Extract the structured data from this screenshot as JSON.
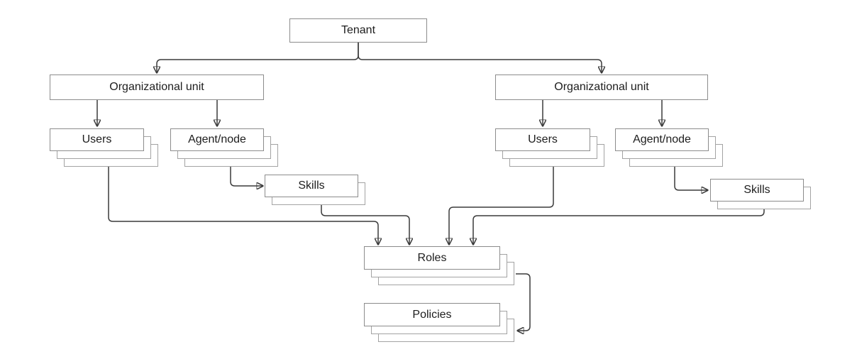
{
  "diagram": {
    "type": "hierarchy-flowchart",
    "nodes": {
      "tenant": {
        "label": "Tenant"
      },
      "org_left": {
        "label": "Organizational unit"
      },
      "org_right": {
        "label": "Organizational unit"
      },
      "users_left": {
        "label": "Users"
      },
      "agent_left": {
        "label": "Agent/node"
      },
      "skills_left": {
        "label": "Skills"
      },
      "users_right": {
        "label": "Users"
      },
      "agent_right": {
        "label": "Agent/node"
      },
      "skills_right": {
        "label": "Skills"
      },
      "roles": {
        "label": "Roles"
      },
      "policies": {
        "label": "Policies"
      }
    },
    "stacked_nodes": [
      "users_left",
      "agent_left",
      "skills_left",
      "users_right",
      "agent_right",
      "skills_right",
      "roles",
      "policies"
    ],
    "edges": [
      {
        "from": "tenant",
        "to": "org_left"
      },
      {
        "from": "tenant",
        "to": "org_right"
      },
      {
        "from": "org_left",
        "to": "users_left"
      },
      {
        "from": "org_left",
        "to": "agent_left"
      },
      {
        "from": "agent_left",
        "to": "skills_left"
      },
      {
        "from": "org_right",
        "to": "users_right"
      },
      {
        "from": "org_right",
        "to": "agent_right"
      },
      {
        "from": "agent_right",
        "to": "skills_right"
      },
      {
        "from": "users_left",
        "to": "roles"
      },
      {
        "from": "skills_left",
        "to": "roles"
      },
      {
        "from": "users_right",
        "to": "roles"
      },
      {
        "from": "skills_right",
        "to": "roles"
      },
      {
        "from": "roles",
        "to": "policies"
      }
    ],
    "palette": {
      "background": "#ffffff",
      "box_border": "#8c8c8c",
      "stack_border": "#a3a3a3",
      "connector": "#3a3a3a",
      "text": "#1d1d1d"
    }
  }
}
